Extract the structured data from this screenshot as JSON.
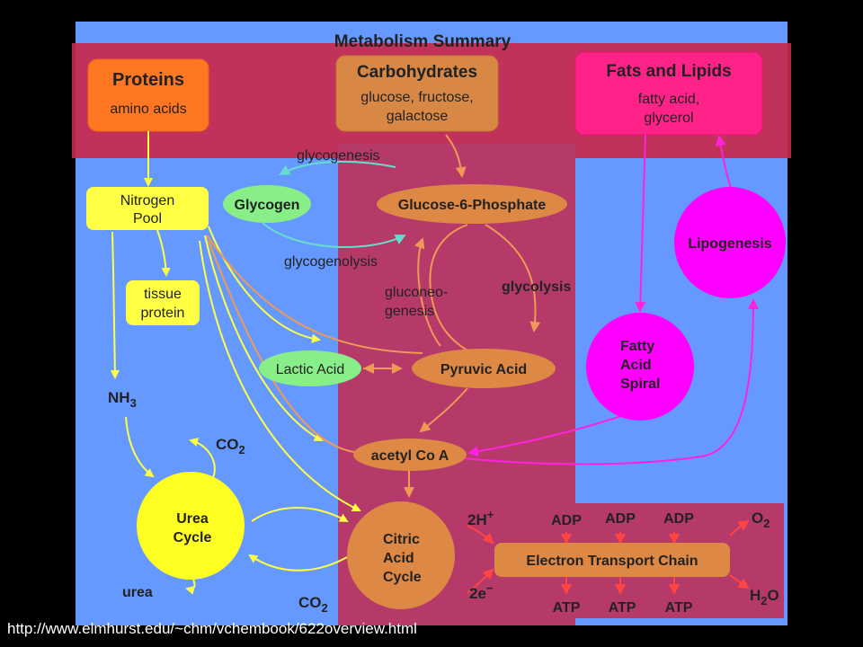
{
  "title": "Metabolism Summary",
  "sources": {
    "proteins": {
      "title": "Proteins",
      "sub": "amino acids"
    },
    "carbohydrates": {
      "title": "Carbohydrates",
      "sub1": "glucose, fructose,",
      "sub2": "galactose"
    },
    "fats": {
      "title": "Fats and Lipids",
      "sub1": "fatty acid,",
      "sub2": "glycerol"
    }
  },
  "nodes": {
    "nitrogen_pool": [
      "Nitrogen",
      "Pool"
    ],
    "tissue_protein": [
      "tissue",
      "protein"
    ],
    "glycogen": "Glycogen",
    "glucose6p": "Glucose-6-Phosphate",
    "lipogenesis": "Lipogenesis",
    "fatty_acid_spiral": [
      "Fatty",
      "Acid",
      "Spiral"
    ],
    "lactic_acid": "Lactic Acid",
    "pyruvic_acid": "Pyruvic Acid",
    "acetyl_coa": "acetyl Co A",
    "urea_cycle": [
      "Urea",
      "Cycle"
    ],
    "citric_acid_cycle": [
      "Citric",
      "Acid",
      "Cycle"
    ],
    "etc": "Electron Transport Chain"
  },
  "labels": {
    "glycogenesis": "glycogenesis",
    "glycogenolysis": "glycogenolysis",
    "gluconeo1": "gluconeo-",
    "gluconeo2": "genesis",
    "glycolysis": "glycolysis",
    "nh3": "NH",
    "nh3_sub": "3",
    "co2": "CO",
    "co2_sub": "2",
    "urea": "urea",
    "h2": "2H",
    "h2_sup": "+",
    "e2": "2e",
    "e2_sup": "−",
    "adp": "ADP",
    "atp": "ATP",
    "o2": "O",
    "o2_sub": "2",
    "h2o_h": "H",
    "h2o_sub": "2",
    "h2o_o": "O"
  },
  "source_url": "http://www.elmhurst.edu/~chm/vchembook/622overview.html",
  "colors": {
    "background": "#6699ff",
    "band": "#c8294b",
    "proteins": "#ff7722",
    "carbohydrates": "#d88844",
    "fats": "#ff2288",
    "yellow": "#ffff33",
    "magenta": "#ff00ff",
    "orange_node": "#dd8844",
    "green_node": "#88ee88"
  }
}
